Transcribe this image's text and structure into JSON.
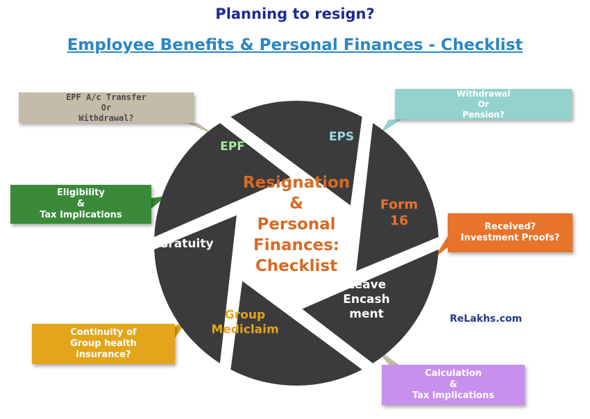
{
  "header": {
    "title": "Planning to resign?",
    "subtitle": "Employee Benefits & Personal Finances - Checklist"
  },
  "center": {
    "lines": [
      "Resignation",
      "&",
      "Personal",
      "Finances:",
      "Checklist"
    ],
    "color": "#d96a24"
  },
  "segments": [
    {
      "name": "epf",
      "lines": [
        "EPF"
      ],
      "color": "#a8e8a0"
    },
    {
      "name": "eps",
      "lines": [
        "EPS"
      ],
      "color": "#9ed8e0"
    },
    {
      "name": "form16",
      "lines": [
        "Form",
        "16"
      ],
      "color": "#e8732b"
    },
    {
      "name": "leave",
      "lines": [
        "Leave",
        "Encash",
        "ment"
      ],
      "color": "#ffffff"
    },
    {
      "name": "mediclaim",
      "lines": [
        "Group",
        "Mediclaim"
      ],
      "color": "#e3a51c"
    },
    {
      "name": "gratuity",
      "lines": [
        "Gratuity"
      ],
      "color": "#ffffff"
    }
  ],
  "callouts": {
    "epf": [
      "EPF A/c Transfer",
      "Or",
      "Withdrawal?"
    ],
    "eps": [
      "Withdrawal",
      "Or",
      "Pension?"
    ],
    "gratuity": [
      "Eligibility",
      "&",
      "Tax Implications"
    ],
    "form16": [
      "Received?",
      "Investment Proofs?"
    ],
    "mediclaim": [
      "Continuity of",
      "Group health",
      "insurance?"
    ],
    "leave": [
      "Calculation",
      "&",
      "Tax implications"
    ]
  },
  "brand": "ReLakhs.com",
  "colors": {
    "wheel_segment": "#3b3b3d",
    "title": "#1f2a8c",
    "subtitle": "#2a86c4"
  }
}
